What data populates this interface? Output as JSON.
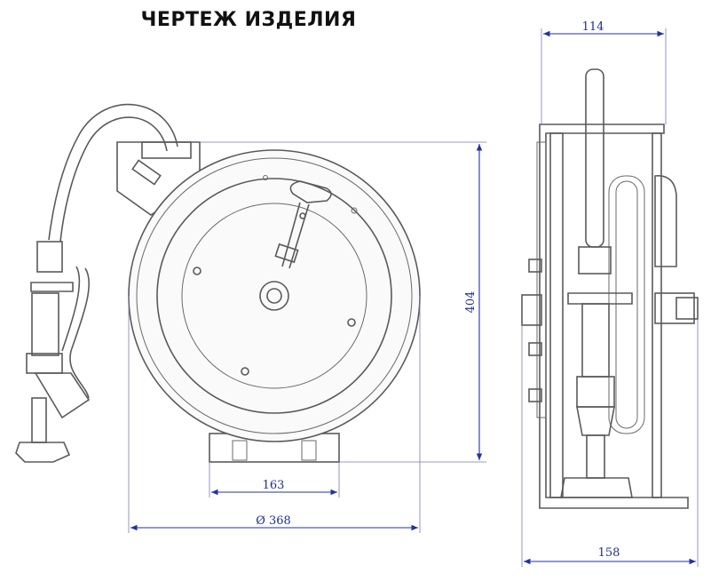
{
  "title": "ЧЕРТЕЖ ИЗДЕЛИЯ",
  "dimensions": {
    "top_width": "114",
    "height": "404",
    "base_width": "163",
    "diameter": "Ø 368",
    "side_width": "158"
  }
}
